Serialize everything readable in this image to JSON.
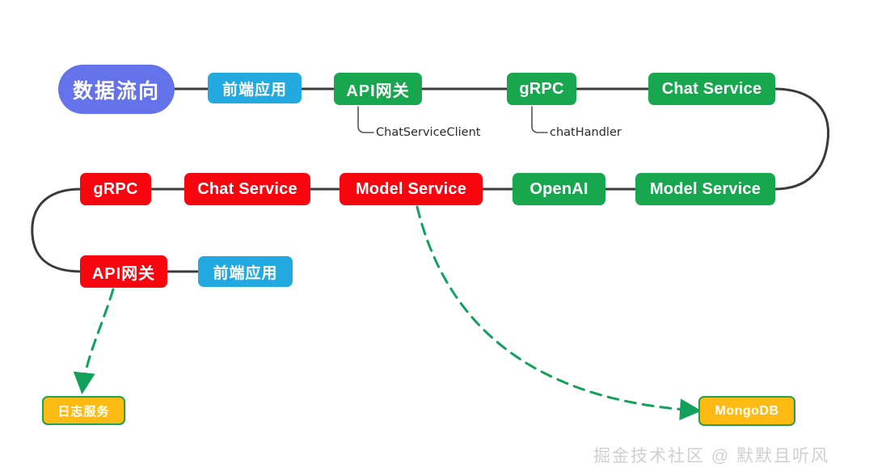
{
  "diagram": {
    "title": "数据流向",
    "watermark": "掘金技术社区 @ 默默且听风",
    "colors": {
      "root": "#6573EA",
      "blue": "#22A9E0",
      "green": "#18A74E",
      "red": "#F70610",
      "amber_fill": "#FCBA12",
      "amber_border": "#22A152",
      "edge": "#3b3b3b",
      "dashed_edge": "#12A05A",
      "text_on_node": "#ffffff",
      "annotation_text": "#2b2b2b",
      "watermark": "#cfcfcf"
    },
    "rows": {
      "row1": [
        {
          "label": "数据流向",
          "type": "root"
        },
        {
          "label": "前端应用",
          "type": "blue"
        },
        {
          "label": "API网关",
          "type": "green"
        },
        {
          "label": "gRPC",
          "type": "green"
        },
        {
          "label": "Chat Service",
          "type": "green"
        }
      ],
      "row2": [
        {
          "label": "gRPC",
          "type": "red"
        },
        {
          "label": "Chat Service",
          "type": "red"
        },
        {
          "label": "Model Service",
          "type": "red"
        },
        {
          "label": "OpenAI",
          "type": "green"
        },
        {
          "label": "Model Service",
          "type": "green"
        }
      ],
      "row3": [
        {
          "label": "API网关",
          "type": "red"
        },
        {
          "label": "前端应用",
          "type": "blue"
        }
      ],
      "row4": [
        {
          "label": "日志服务",
          "type": "amber"
        },
        {
          "label": "MongoDB",
          "type": "amber"
        }
      ]
    },
    "annotations": [
      {
        "label": "ChatServiceClient"
      },
      {
        "label": "chatHandler"
      }
    ]
  }
}
